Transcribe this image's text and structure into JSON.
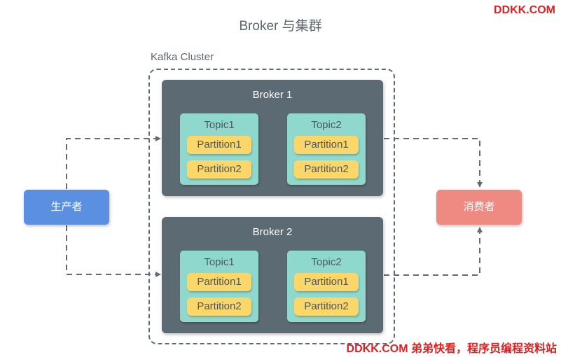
{
  "title": "Broker 与集群",
  "watermark_top": "DDKK.COM",
  "watermark_bottom": "DDKK.COM 弟弟快看，程序员编程资料站",
  "cluster": {
    "label": "Kafka Cluster"
  },
  "producer": {
    "label": "生产者",
    "color": "#5b8fe0"
  },
  "consumer": {
    "label": "消费者",
    "color": "#ef8a83"
  },
  "brokers": [
    {
      "label": "Broker 1",
      "topics": [
        {
          "label": "Topic1",
          "partitions": [
            "Partition1",
            "Partition2"
          ]
        },
        {
          "label": "Topic2",
          "partitions": [
            "Partition1",
            "Partition2"
          ]
        }
      ]
    },
    {
      "label": "Broker 2",
      "topics": [
        {
          "label": "Topic1",
          "partitions": [
            "Partition1",
            "Partition2"
          ]
        },
        {
          "label": "Topic2",
          "partitions": [
            "Partition1",
            "Partition2"
          ]
        }
      ]
    }
  ],
  "colors": {
    "broker": "#5c6a73",
    "topic": "#8fd8cd",
    "partition": "#fbd76a",
    "arrow": "#5f6b74",
    "watermark": "#e02020"
  }
}
